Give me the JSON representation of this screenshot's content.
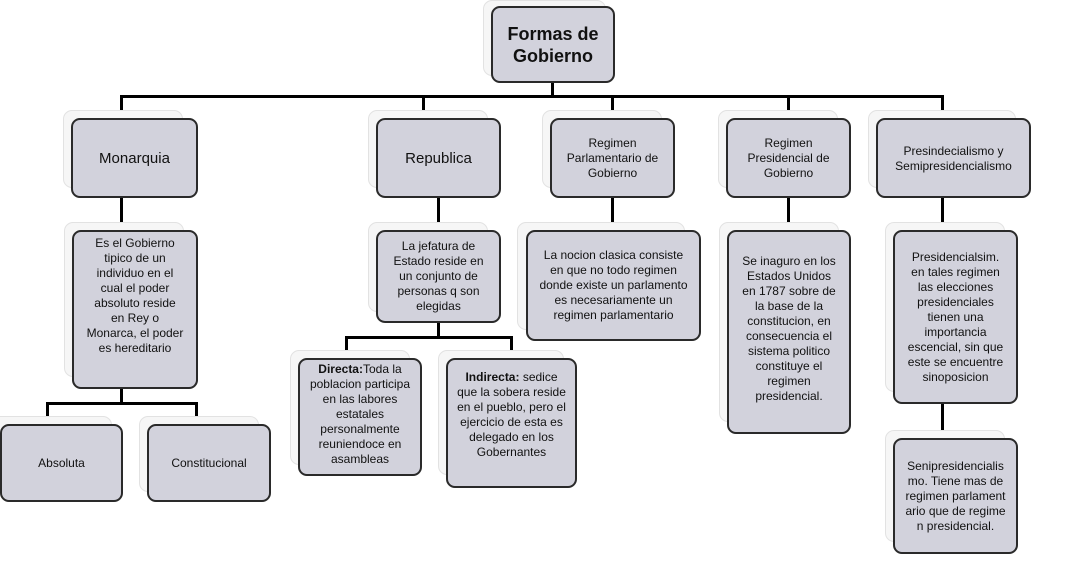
{
  "root": "Formas de Gobierno",
  "monarquia": {
    "title": "Monarquia",
    "desc": "Es el Gobierno tipico de un individuo en el cual el poder absoluto reside en Rey o Monarca, el poder es hereditario",
    "sub": [
      "Absoluta",
      "Constitucional"
    ]
  },
  "republica": {
    "title": "Republica",
    "desc": "La jefatura de Estado reside en un conjunto de personas q son elegidas",
    "directa_label": "Directa:",
    "directa_text": "Toda la poblacion participa en las labores estatales personalmente reuniendoce en asambleas",
    "indirecta_label": "Indirecta:",
    "indirecta_text": " sedice que la sobera reside en el pueblo, pero el ejercicio de esta es delegado en los Gobernantes"
  },
  "parlamentario": {
    "title": "Regimen Parlamentario de Gobierno",
    "desc": "La nocion clasica consiste en que no todo regimen donde existe un parlamento es necesariamente un regimen parlamentario"
  },
  "presidencial": {
    "title": "Regimen Presidencial de Gobierno",
    "desc": "Se inaguro en los Estados Unidos en 1787 sobre de la base de la constitucion, en consecuencia el sistema politico constituye el regimen presidencial."
  },
  "presidencialismo": {
    "title": "Presindecialismo y Semipresidencialismo",
    "desc": "Presidencialsim. en tales regimen las elecciones presidenciales tienen una importancia escencial, sin que este se encuentre sinoposicion",
    "semi": "Senipresidencialismo. Tiene mas de regimen parlamentario que de regimen presidencial."
  }
}
